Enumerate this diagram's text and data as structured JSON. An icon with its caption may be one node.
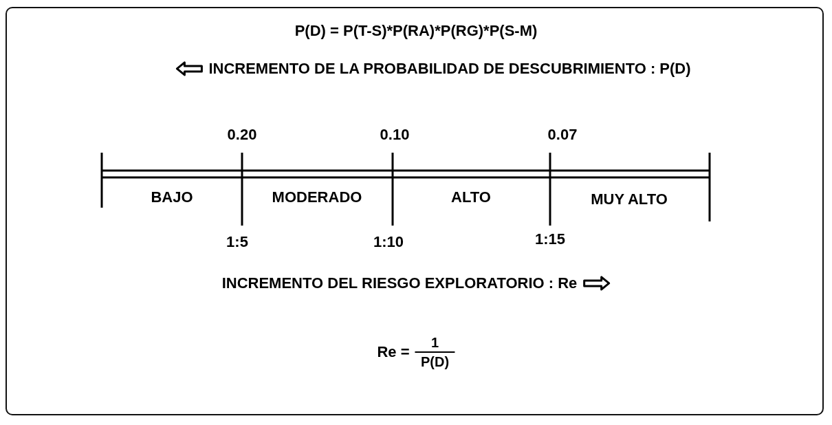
{
  "diagram": {
    "title": "P(D) = P(T-S)*P(RA)*P(RG)*P(S-M)",
    "labels": [
      "INCREMENTO DE LA PROBABILIDAD DE DESCUBRIMIENTO : P(D)",
      "0.20",
      "0.10",
      "0.07",
      "BAJO",
      "MODERADO",
      "ALTO",
      "MUY ALTO",
      "1:5",
      "1:10",
      "1:15",
      "INCREMENTO DEL RIESGO EXPLORATORIO : Re",
      "Re =",
      "1",
      "P(D)"
    ]
  }
}
